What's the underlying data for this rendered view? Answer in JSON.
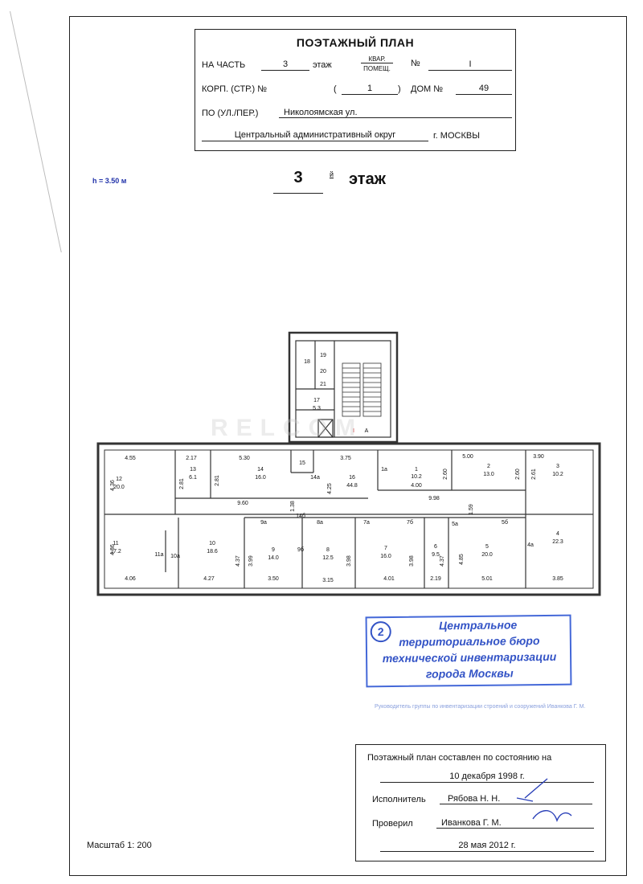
{
  "header": {
    "title": "ПОЭТАЖНЫЙ ПЛАН",
    "part_label": "НА ЧАСТЬ",
    "floor_value": "3",
    "floor_label": "этаж",
    "kvar_label": "КВАР.",
    "pomesh_label": "ПОМЕЩ.",
    "number_sign": "№",
    "number_value": "I",
    "korp_label": "КОРП. (СТР.) №",
    "korp_open": "(",
    "korp_value": "1",
    "korp_close": ")",
    "dom_label": "ДОМ №",
    "dom_value": "49",
    "street_label": "ПО (УЛ./ПЕР.)",
    "street_value": "Николоямская ул.",
    "district_value": "Центральный административный округ",
    "city_value": "г. МОСКВЫ"
  },
  "floor_title": {
    "number": "3",
    "suffix": "й",
    "word": "этаж"
  },
  "ceiling_height": "h = 3.50 м",
  "watermark": {
    "main": "RELCOM",
    "sub": ""
  },
  "plan": {
    "rooms": [
      {
        "id": "1",
        "area": "10.2"
      },
      {
        "id": "2",
        "area": "13.0"
      },
      {
        "id": "3",
        "area": "10.2"
      },
      {
        "id": "4",
        "area": "22.3"
      },
      {
        "id": "5",
        "area": "20.0"
      },
      {
        "id": "6",
        "area": "9.5"
      },
      {
        "id": "7",
        "area": "16.0"
      },
      {
        "id": "8",
        "area": "12.5"
      },
      {
        "id": "9",
        "area": "14.0"
      },
      {
        "id": "10",
        "area": "18.6"
      },
      {
        "id": "11",
        "area": "17.2"
      },
      {
        "id": "12",
        "area": "20.0"
      },
      {
        "id": "13",
        "area": "6.1"
      },
      {
        "id": "14",
        "area": "16.0"
      },
      {
        "id": "16",
        "area": "44.8"
      },
      {
        "id": "17",
        "area": "5.3"
      }
    ],
    "labels": [
      "18",
      "19",
      "20",
      "21",
      "15",
      "14а",
      "14б",
      "1а",
      "4а",
      "5а",
      "5б",
      "7а",
      "7б",
      "8а",
      "9а",
      "9б",
      "10а",
      "11а",
      "А",
      "I"
    ],
    "dims": [
      "4.55",
      "2.17",
      "5.30",
      "3.75",
      "3.90",
      "5.00",
      "4.00",
      "9.60",
      "9.98",
      "1.38",
      "4.25",
      "2.81",
      "2.81",
      "2.60",
      "2.60",
      "2.61",
      "4.36",
      "4.36",
      "4.37",
      "3.99",
      "4.37",
      "4.85",
      "3.98",
      "3.98",
      "1.59",
      "4.06",
      "4.27",
      "3.50",
      "3.15",
      "4.01",
      "2.19",
      "5.01",
      "3.85"
    ]
  },
  "stamp": {
    "number": "2",
    "line1": "Центральное",
    "line2": "территориальное бюро",
    "line3": "технической инвентаризации",
    "line4": "города Москвы"
  },
  "faint_line": "Руководитель группы по инвентаризации строений и сооружений Иванкова Г. М.",
  "footer": {
    "stated_line": "Поэтажный план составлен по состоянию на",
    "date1": "10 декабря 1998 г.",
    "executor_label": "Исполнитель",
    "executor_value": "Рябова Н. Н.",
    "checked_label": "Проверил",
    "checked_value": "Иванкова Г. М.",
    "date2": "28 мая 2012 г."
  },
  "scale": "Масштаб 1: 200"
}
